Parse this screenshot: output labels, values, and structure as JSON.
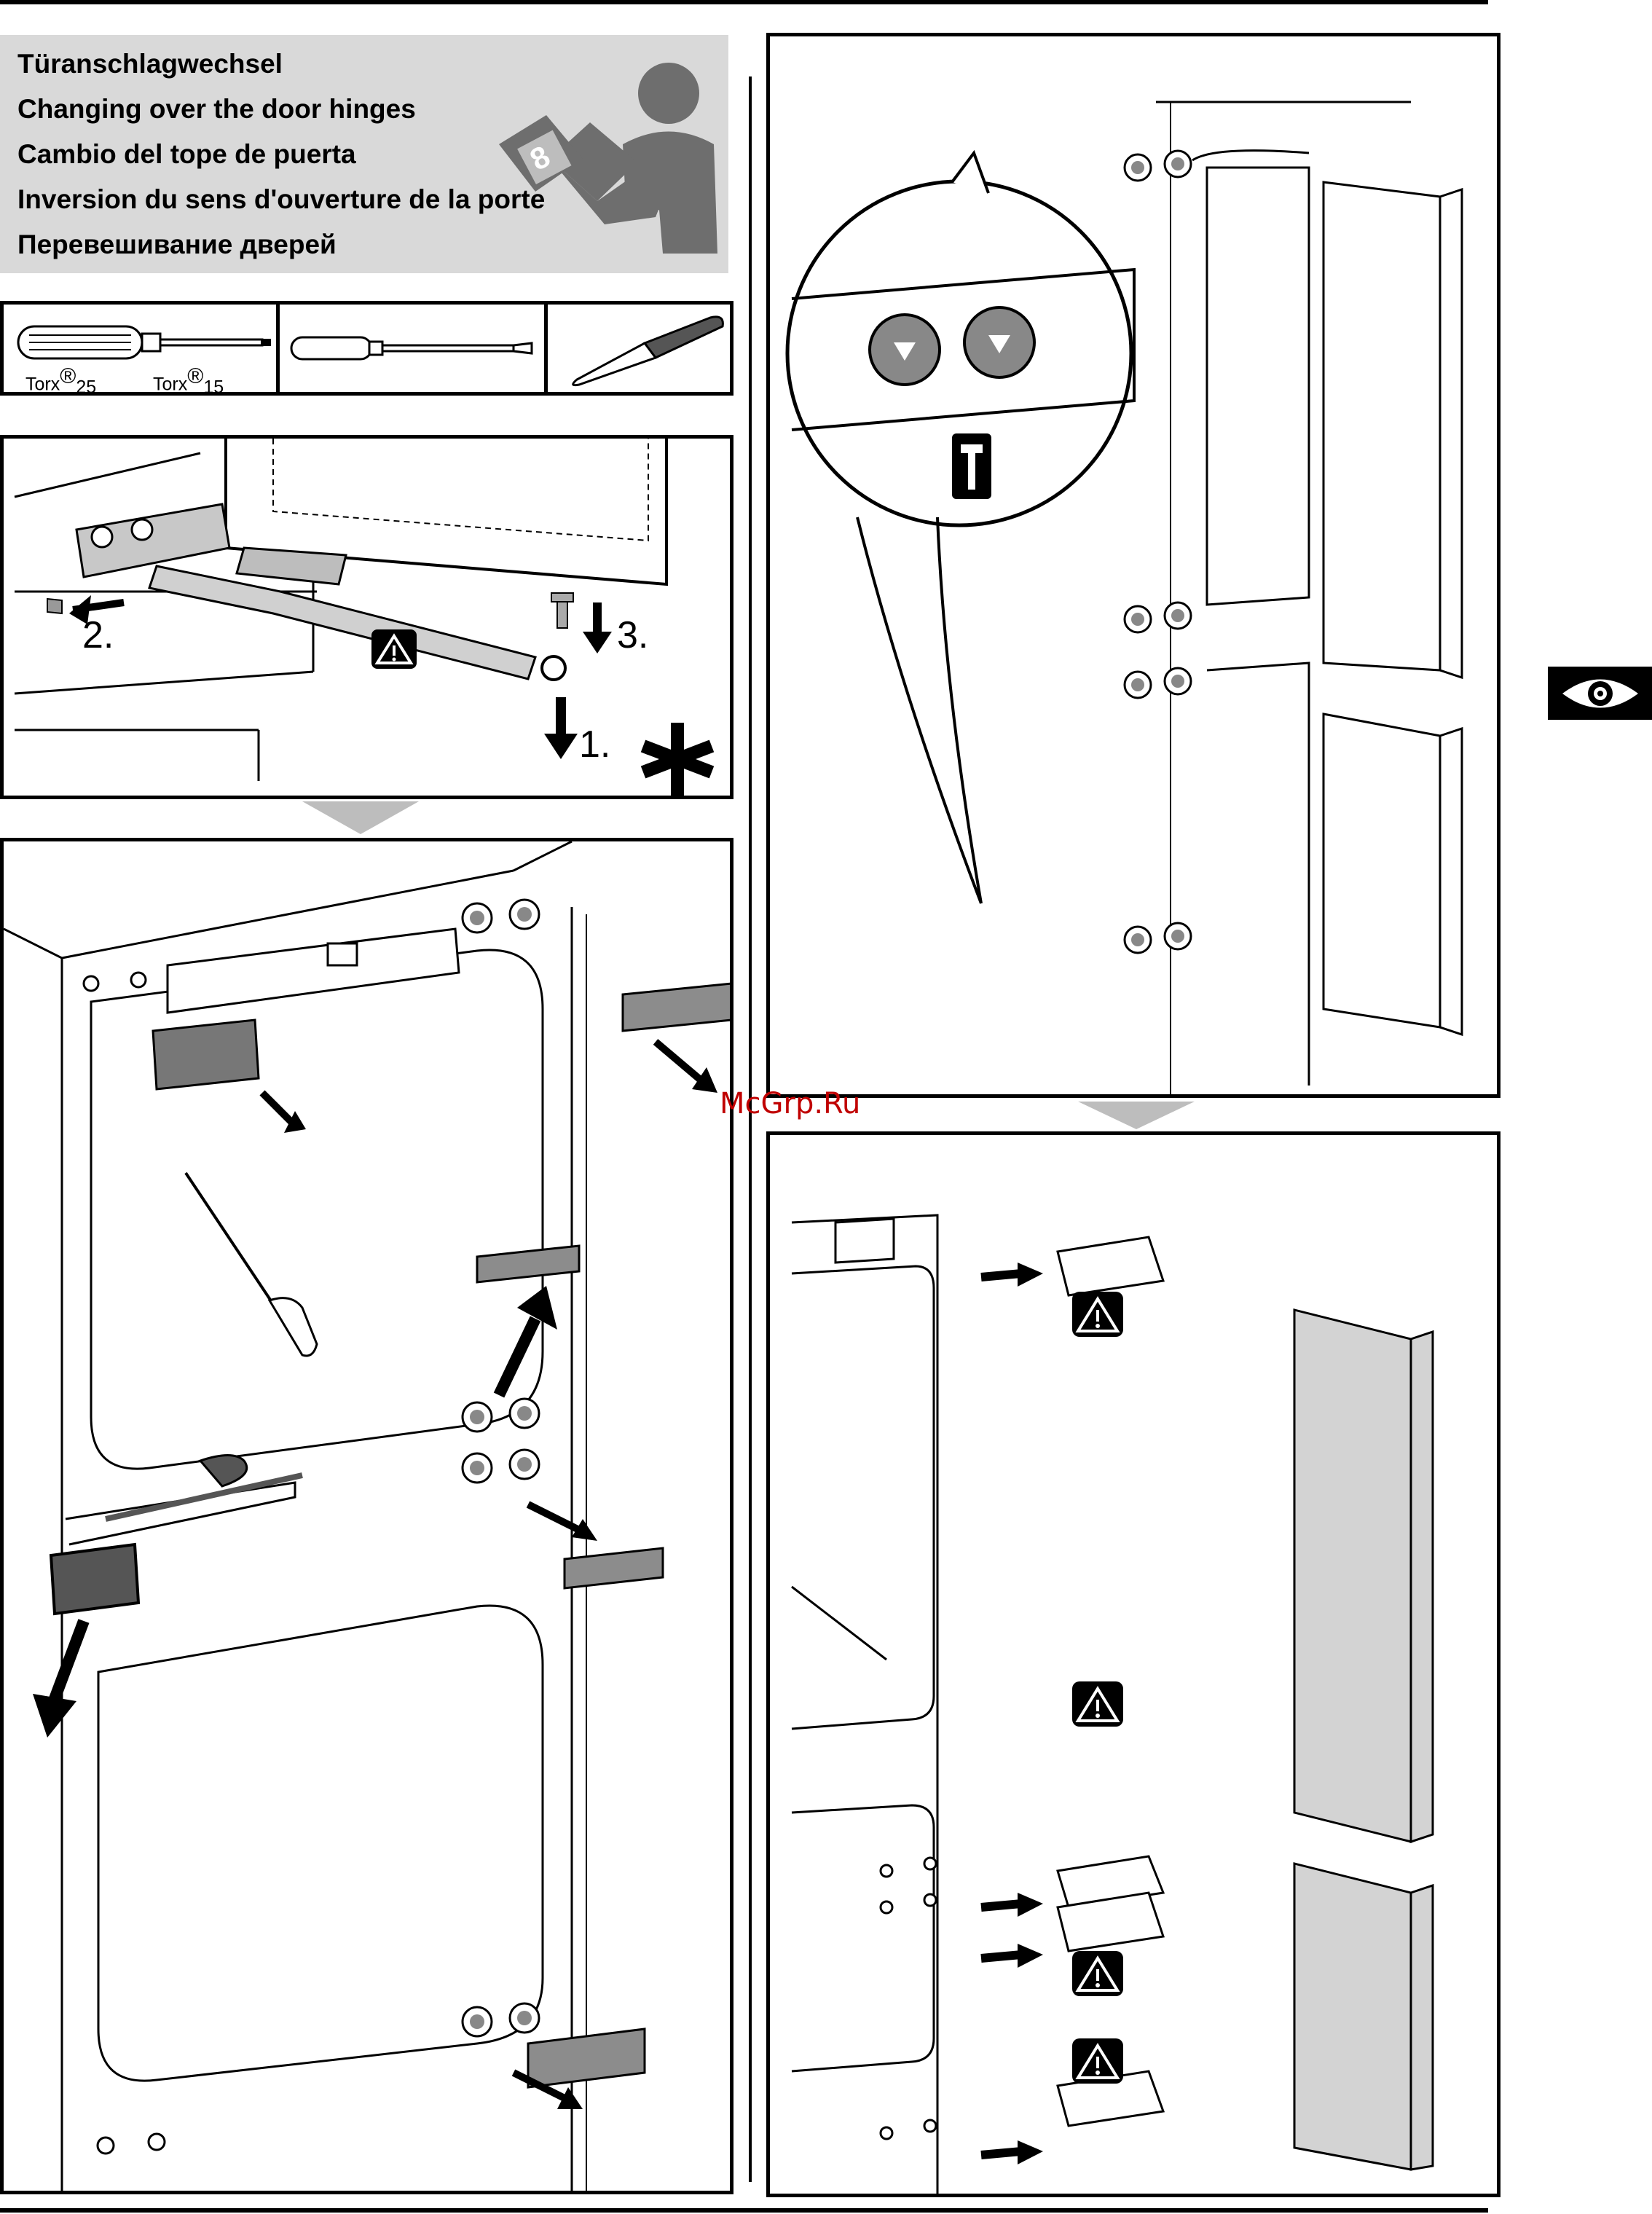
{
  "header": {
    "titles": [
      "Türanschlagwechsel",
      "Changing over the door hinges",
      "Cambio del tope de puerta",
      "Inversion du sens d'ouverture de la porte",
      "Перевешивание дверей"
    ],
    "manual_page_number": "8"
  },
  "tools": {
    "torx_brand": "Torx",
    "registered_mark": "®",
    "torx_25_size": "25",
    "torx_15_size": "15"
  },
  "steps": {
    "step1": "1.",
    "step2": "2.",
    "step3": "3."
  },
  "watermark": "McGrp.Ru",
  "icons": [
    "reader-icon",
    "screwdriver-icon",
    "flat-screwdriver-icon",
    "knife-icon",
    "warning-icon",
    "asterisk-icon",
    "screw-icon",
    "eye-icon",
    "arrow-icon"
  ],
  "colors": {
    "panel_gray": "#d9d9d9",
    "door_gray": "#d3d3d3",
    "part_gray": "#8c8c8c",
    "watermark_red": "#c00000"
  }
}
